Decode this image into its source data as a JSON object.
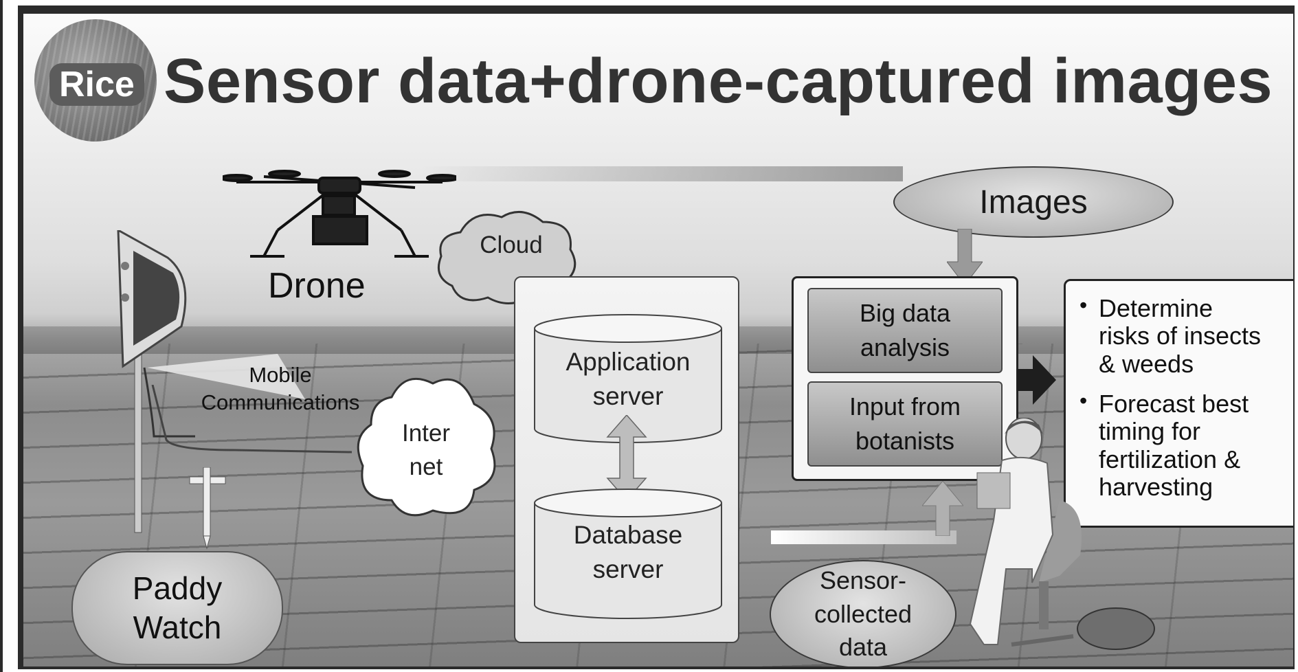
{
  "title": {
    "badge": "Rice",
    "text": "Sensor data+drone-captured images"
  },
  "drone": {
    "label": "Drone"
  },
  "device": {
    "label_line1": "Paddy",
    "label_line2": "Watch"
  },
  "mobile": {
    "label_line1": "Mobile",
    "label_line2": "Communications"
  },
  "internet": {
    "label_line1": "Inter",
    "label_line2": "net"
  },
  "cloud": {
    "label": "Cloud"
  },
  "servers": {
    "application": {
      "line1": "Application",
      "line2": "server"
    },
    "database": {
      "line1": "Database",
      "line2": "server"
    }
  },
  "images": {
    "label": "Images"
  },
  "analysis": {
    "big_data": {
      "line1": "Big data",
      "line2": "analysis"
    },
    "botanists": {
      "line1": "Input from",
      "line2": "botanists"
    }
  },
  "results": {
    "items": [
      {
        "lines": [
          "Determine",
          "risks of insects",
          "& weeds"
        ]
      },
      {
        "lines": [
          "Forecast best",
          "timing for",
          "fertilization &",
          "harvesting"
        ]
      }
    ]
  },
  "sensor": {
    "line1": "Sensor-",
    "line2": "collected",
    "line3": "data"
  },
  "colors": {
    "panel_bg": "#f4f4f4",
    "pill_fill": "#a9a9a9",
    "frame": "#2b2b2b"
  }
}
